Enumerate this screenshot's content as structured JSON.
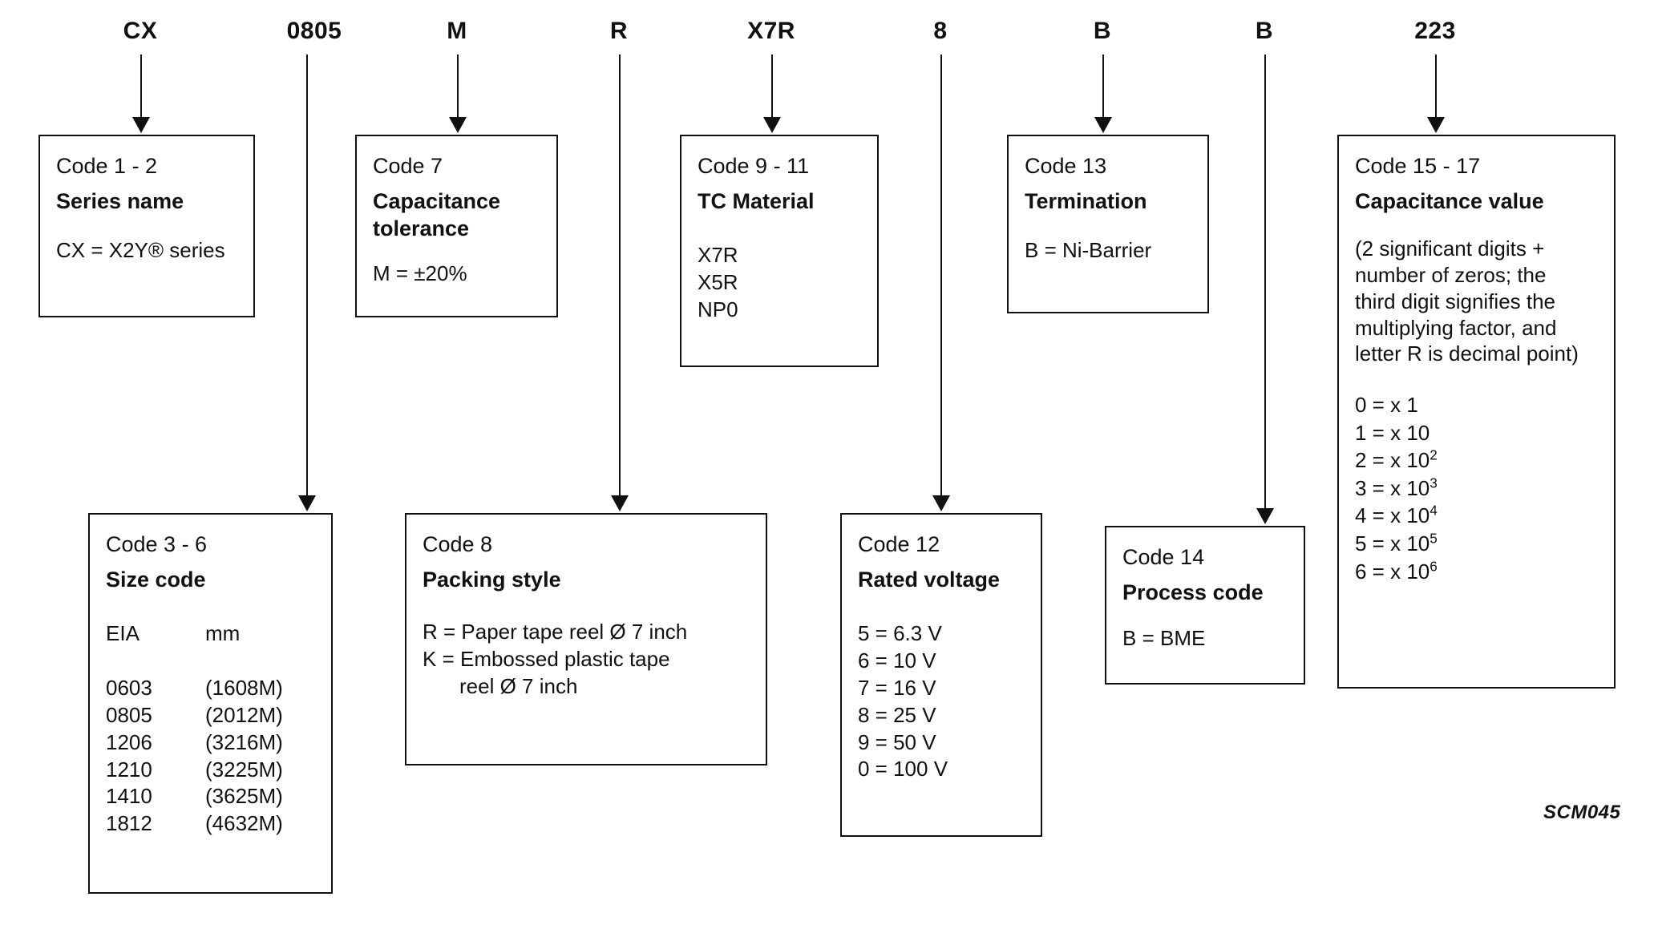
{
  "figure": {
    "reference": "SCM045",
    "part_number_segments": [
      "CX",
      "0805",
      "M",
      "R",
      "X7R",
      "8",
      "B",
      "B",
      "223"
    ]
  },
  "top_labels": {
    "series": "CX",
    "size": "0805",
    "tolerance": "M",
    "packing": "R",
    "tc_material": "X7R",
    "voltage": "8",
    "termination": "B",
    "process": "B",
    "capacitance": "223"
  },
  "boxes": {
    "series_name": {
      "code": "Code 1 - 2",
      "title": "Series name",
      "lines": [
        "CX = X2Y® series"
      ]
    },
    "size_code": {
      "code": "Code 3 - 6",
      "title": "Size code",
      "header": {
        "col1": "EIA",
        "col2": "mm"
      },
      "rows": [
        {
          "eia": "0603",
          "mm": "(1608M)"
        },
        {
          "eia": "0805",
          "mm": "(2012M)"
        },
        {
          "eia": "1206",
          "mm": "(3216M)"
        },
        {
          "eia": "1210",
          "mm": "(3225M)"
        },
        {
          "eia": "1410",
          "mm": "(3625M)"
        },
        {
          "eia": "1812",
          "mm": "(4632M)"
        }
      ]
    },
    "capacitance_tolerance": {
      "code": "Code 7",
      "title": "Capacitance tolerance",
      "lines": [
        "M = ±20%"
      ]
    },
    "packing_style": {
      "code": "Code 8",
      "title": "Packing style",
      "lines": [
        "R = Paper tape reel Ø 7 inch",
        "K = Embossed plastic tape",
        "reel Ø 7 inch"
      ]
    },
    "tc_material": {
      "code": "Code 9 - 11",
      "title": "TC Material",
      "lines": [
        "X7R",
        "X5R",
        "NP0"
      ]
    },
    "rated_voltage": {
      "code": "Code 12",
      "title": "Rated voltage",
      "lines": [
        "5 = 6.3 V",
        "6 = 10 V",
        "7 = 16 V",
        "8 = 25 V",
        "9 = 50 V",
        "0 = 100 V"
      ]
    },
    "termination": {
      "code": "Code 13",
      "title": "Termination",
      "lines": [
        "B = Ni-Barrier"
      ]
    },
    "process_code": {
      "code": "Code 14",
      "title": "Process code",
      "lines": [
        "B = BME"
      ]
    },
    "capacitance_value": {
      "code": "Code 15 - 17",
      "title": "Capacitance value",
      "note": [
        "(2 significant digits +",
        "number of zeros; the",
        "third digit signifies the",
        "multiplying factor, and",
        "letter R is decimal point)"
      ],
      "multipliers": [
        {
          "digit": "0",
          "factor": "x 1",
          "exp": ""
        },
        {
          "digit": "1",
          "factor": "x 10",
          "exp": ""
        },
        {
          "digit": "2",
          "factor": "x 10",
          "exp": "2"
        },
        {
          "digit": "3",
          "factor": "x 10",
          "exp": "3"
        },
        {
          "digit": "4",
          "factor": "x 10",
          "exp": "4"
        },
        {
          "digit": "5",
          "factor": "x 10",
          "exp": "5"
        },
        {
          "digit": "6",
          "factor": "x 10",
          "exp": "6"
        }
      ]
    }
  }
}
